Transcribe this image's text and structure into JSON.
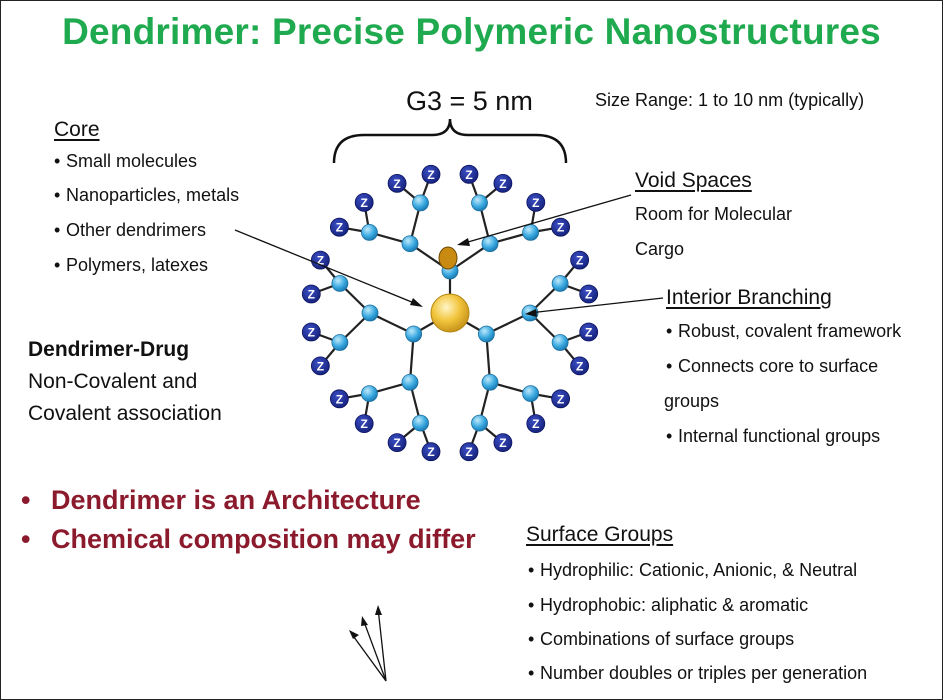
{
  "title": "Dendrimer: Precise Polymeric Nanostructures",
  "generation_label": "G3 = 5 nm",
  "size_range": "Size Range: 1 to 10 nm (typically)",
  "bullet": "•",
  "core": {
    "heading": "Core",
    "items": [
      "Small molecules",
      "Nanoparticles, metals",
      "Other dendrimers",
      "Polymers, latexes"
    ]
  },
  "void_spaces": {
    "heading": "Void Spaces",
    "lines": [
      "Room for Molecular",
      "Cargo"
    ]
  },
  "interior_branching": {
    "heading": "Interior Branching",
    "items": [
      "Robust, covalent framework",
      "Connects core to surface",
      "Internal functional groups"
    ],
    "continuation": "groups"
  },
  "dendrimer_drug": {
    "heading": "Dendrimer-Drug",
    "lines": [
      "Non-Covalent and",
      "Covalent association"
    ]
  },
  "highlights": [
    "Dendrimer is an Architecture",
    "Chemical composition may differ"
  ],
  "surface_groups": {
    "heading": "Surface Groups",
    "items": [
      "Hydrophilic: Cationic, Anionic, & Neutral",
      "Hydrophobic: aliphatic & aromatic",
      "Combinations of surface groups",
      "Number doubles or triples per generation"
    ]
  },
  "surface_group_letter": "Z",
  "colors": {
    "title": "#1faa4f",
    "highlight": "#8b1a2c",
    "branch_node": "#3aa9e0",
    "surface_node": "#1f2f9a",
    "core": "#f2c53d",
    "cargo": "#c98a12"
  }
}
